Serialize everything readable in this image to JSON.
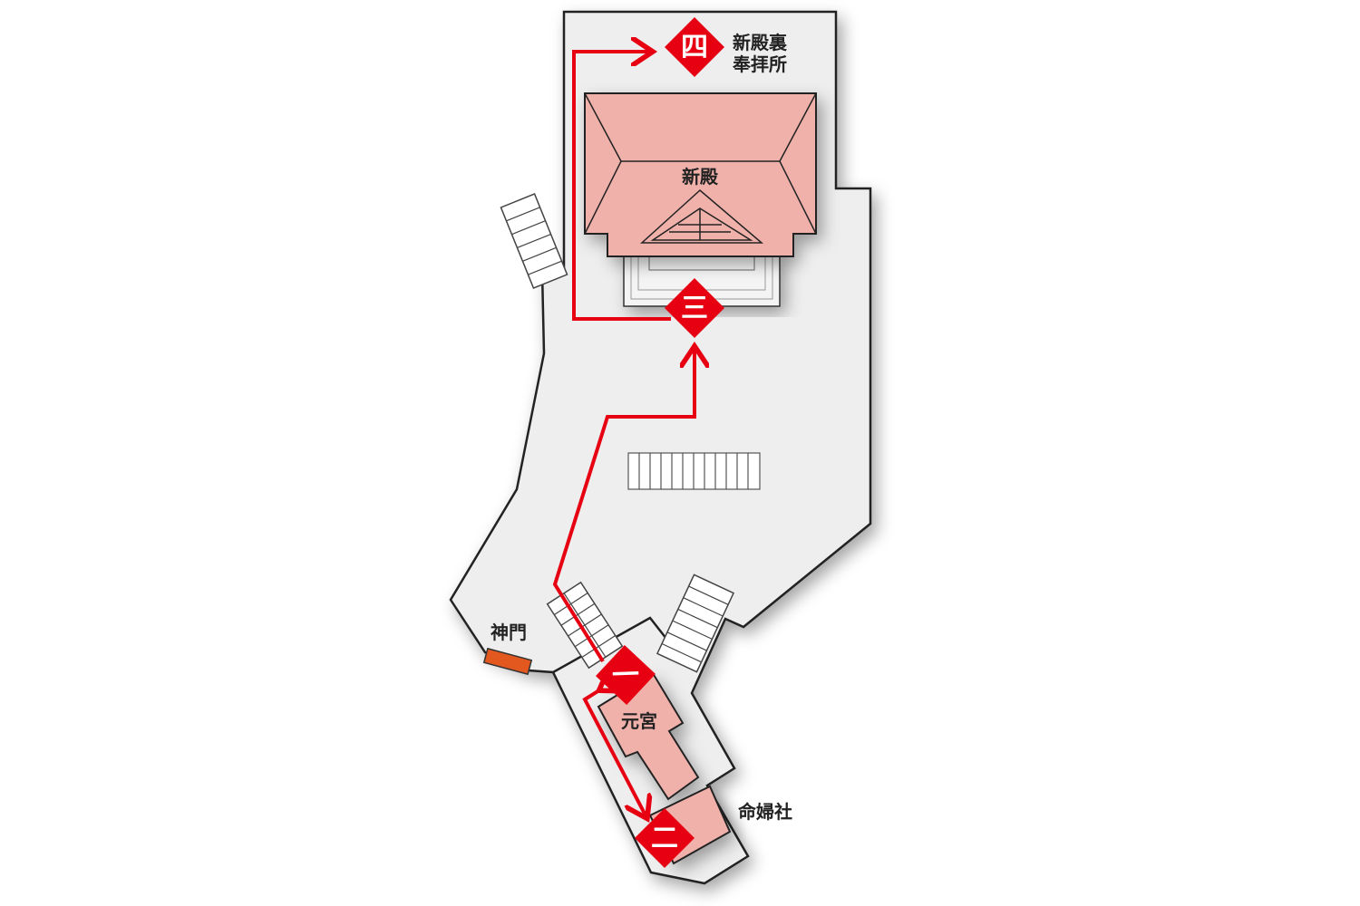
{
  "colors": {
    "ground": "#eeeeee",
    "building": "#f0b1aa",
    "route": "#e60012",
    "gate": "#e2581e",
    "outline": "#222222"
  },
  "labels": {
    "rear_hall": [
      "新殿裏",
      "奉拝所"
    ],
    "main_hall": "新殿",
    "gate": "神門",
    "moto_miya": "元宮",
    "myobu_sha": "命婦社"
  },
  "stops": [
    {
      "order": 1,
      "label": "一"
    },
    {
      "order": 2,
      "label": "二"
    },
    {
      "order": 3,
      "label": "三"
    },
    {
      "order": 4,
      "label": "四"
    }
  ]
}
